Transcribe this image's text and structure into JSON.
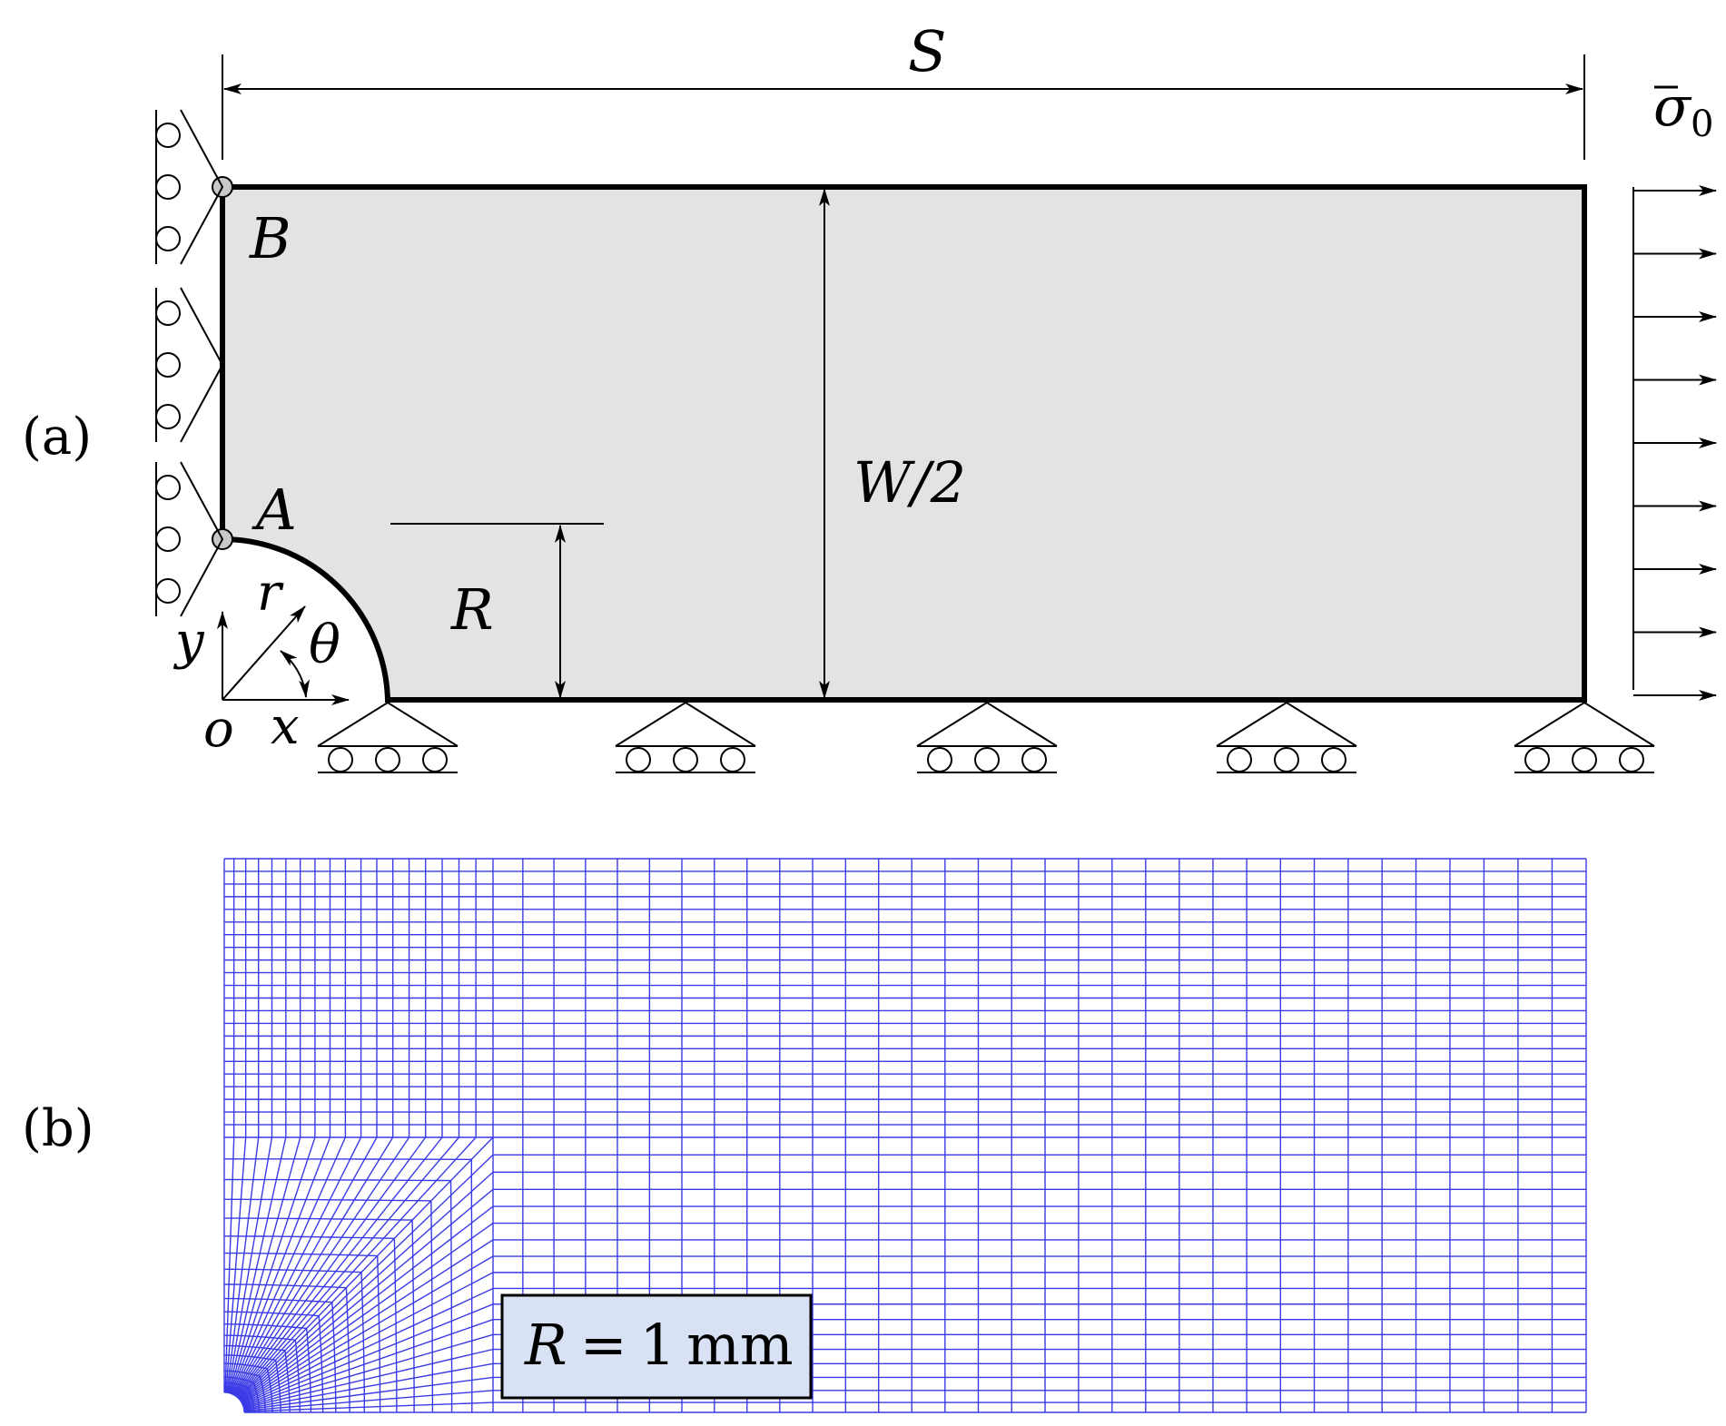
{
  "panel_a": {
    "label": "(a)",
    "dim_length": "S",
    "dim_height": "W/2",
    "dim_radius": "R",
    "point_top": "B",
    "point_hole": "A",
    "axis_x": "x",
    "axis_y": "y",
    "origin": "o",
    "polar_r": "r",
    "polar_theta": "θ",
    "load": {
      "symbol": "σ",
      "subscript": "0"
    }
  },
  "panel_b": {
    "label": "(b)",
    "radius_note": {
      "symbol": "R",
      "equals": "=",
      "value": "1",
      "unit": "mm"
    }
  },
  "colors": {
    "plate_fill": "#e3e3e3",
    "mesh": "#3a3ae6",
    "note_box_fill": "#d9e2f5",
    "support_pin_fill": "#c8c8c8"
  }
}
